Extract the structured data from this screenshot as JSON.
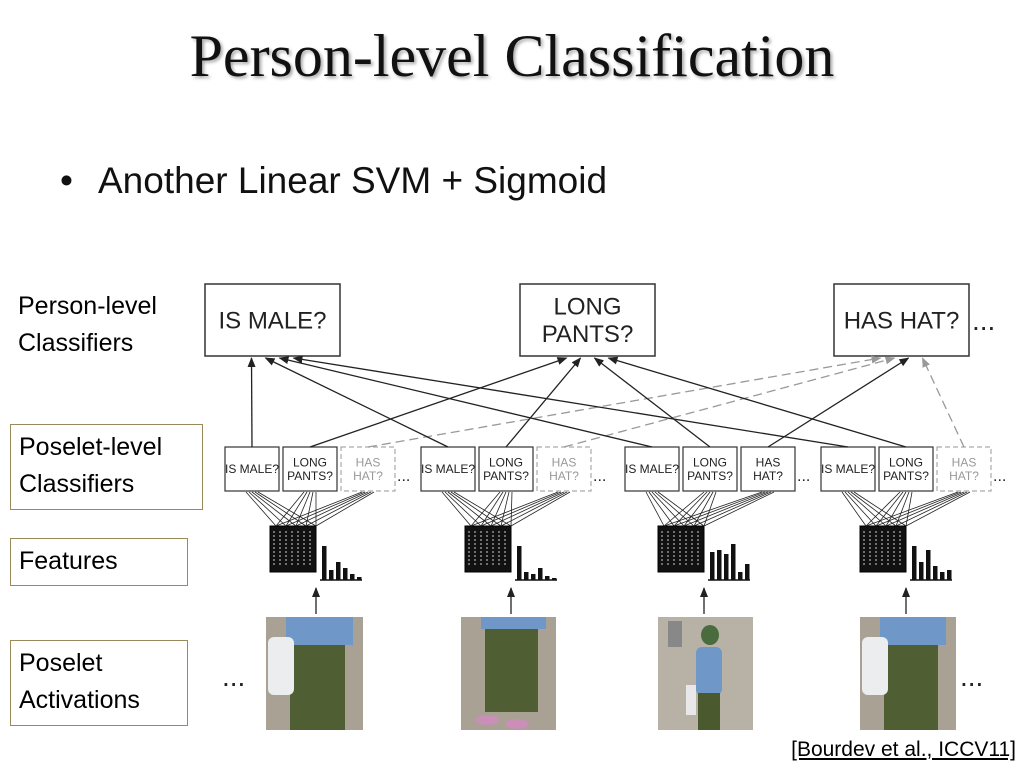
{
  "slide": {
    "title": "Person-level Classification",
    "bullet": "Another Linear SVM + Sigmoid",
    "citation": "[Bourdev et al., ICCV11]"
  },
  "row_labels": {
    "person_line1": "Person-level",
    "person_line2": "Classifiers",
    "poselet_line1": "Poselet-level",
    "poselet_line2": "Classifiers",
    "features": "Features",
    "activations_line1": "Poselet",
    "activations_line2": "Activations"
  },
  "person_classifiers": [
    {
      "lines": [
        "IS MALE?"
      ]
    },
    {
      "lines": [
        "LONG",
        "PANTS?"
      ]
    },
    {
      "lines": [
        "HAS HAT?"
      ]
    }
  ],
  "poselet_groups": [
    {
      "boxes": [
        {
          "lines": [
            "IS MALE?"
          ],
          "dashed": false
        },
        {
          "lines": [
            "LONG",
            "PANTS?"
          ],
          "dashed": false
        },
        {
          "lines": [
            "HAS",
            "HAT?"
          ],
          "dashed": true
        }
      ]
    },
    {
      "boxes": [
        {
          "lines": [
            "IS MALE?"
          ],
          "dashed": false
        },
        {
          "lines": [
            "LONG",
            "PANTS?"
          ],
          "dashed": false
        },
        {
          "lines": [
            "HAS",
            "HAT?"
          ],
          "dashed": true
        }
      ]
    },
    {
      "boxes": [
        {
          "lines": [
            "IS MALE?"
          ],
          "dashed": false
        },
        {
          "lines": [
            "LONG",
            "PANTS?"
          ],
          "dashed": false
        },
        {
          "lines": [
            "HAS",
            "HAT?"
          ],
          "dashed": false
        }
      ]
    },
    {
      "boxes": [
        {
          "lines": [
            "IS MALE?"
          ],
          "dashed": false
        },
        {
          "lines": [
            "LONG",
            "PANTS?"
          ],
          "dashed": false
        },
        {
          "lines": [
            "HAS",
            "HAT?"
          ],
          "dashed": true
        }
      ]
    }
  ],
  "ellipsis": "...",
  "colors": {
    "box_border": "#333333",
    "dashed_border": "#aaaaaa",
    "arrow": "#222222",
    "dashed_arrow": "#999999",
    "label_border": "#9a8a5a"
  }
}
